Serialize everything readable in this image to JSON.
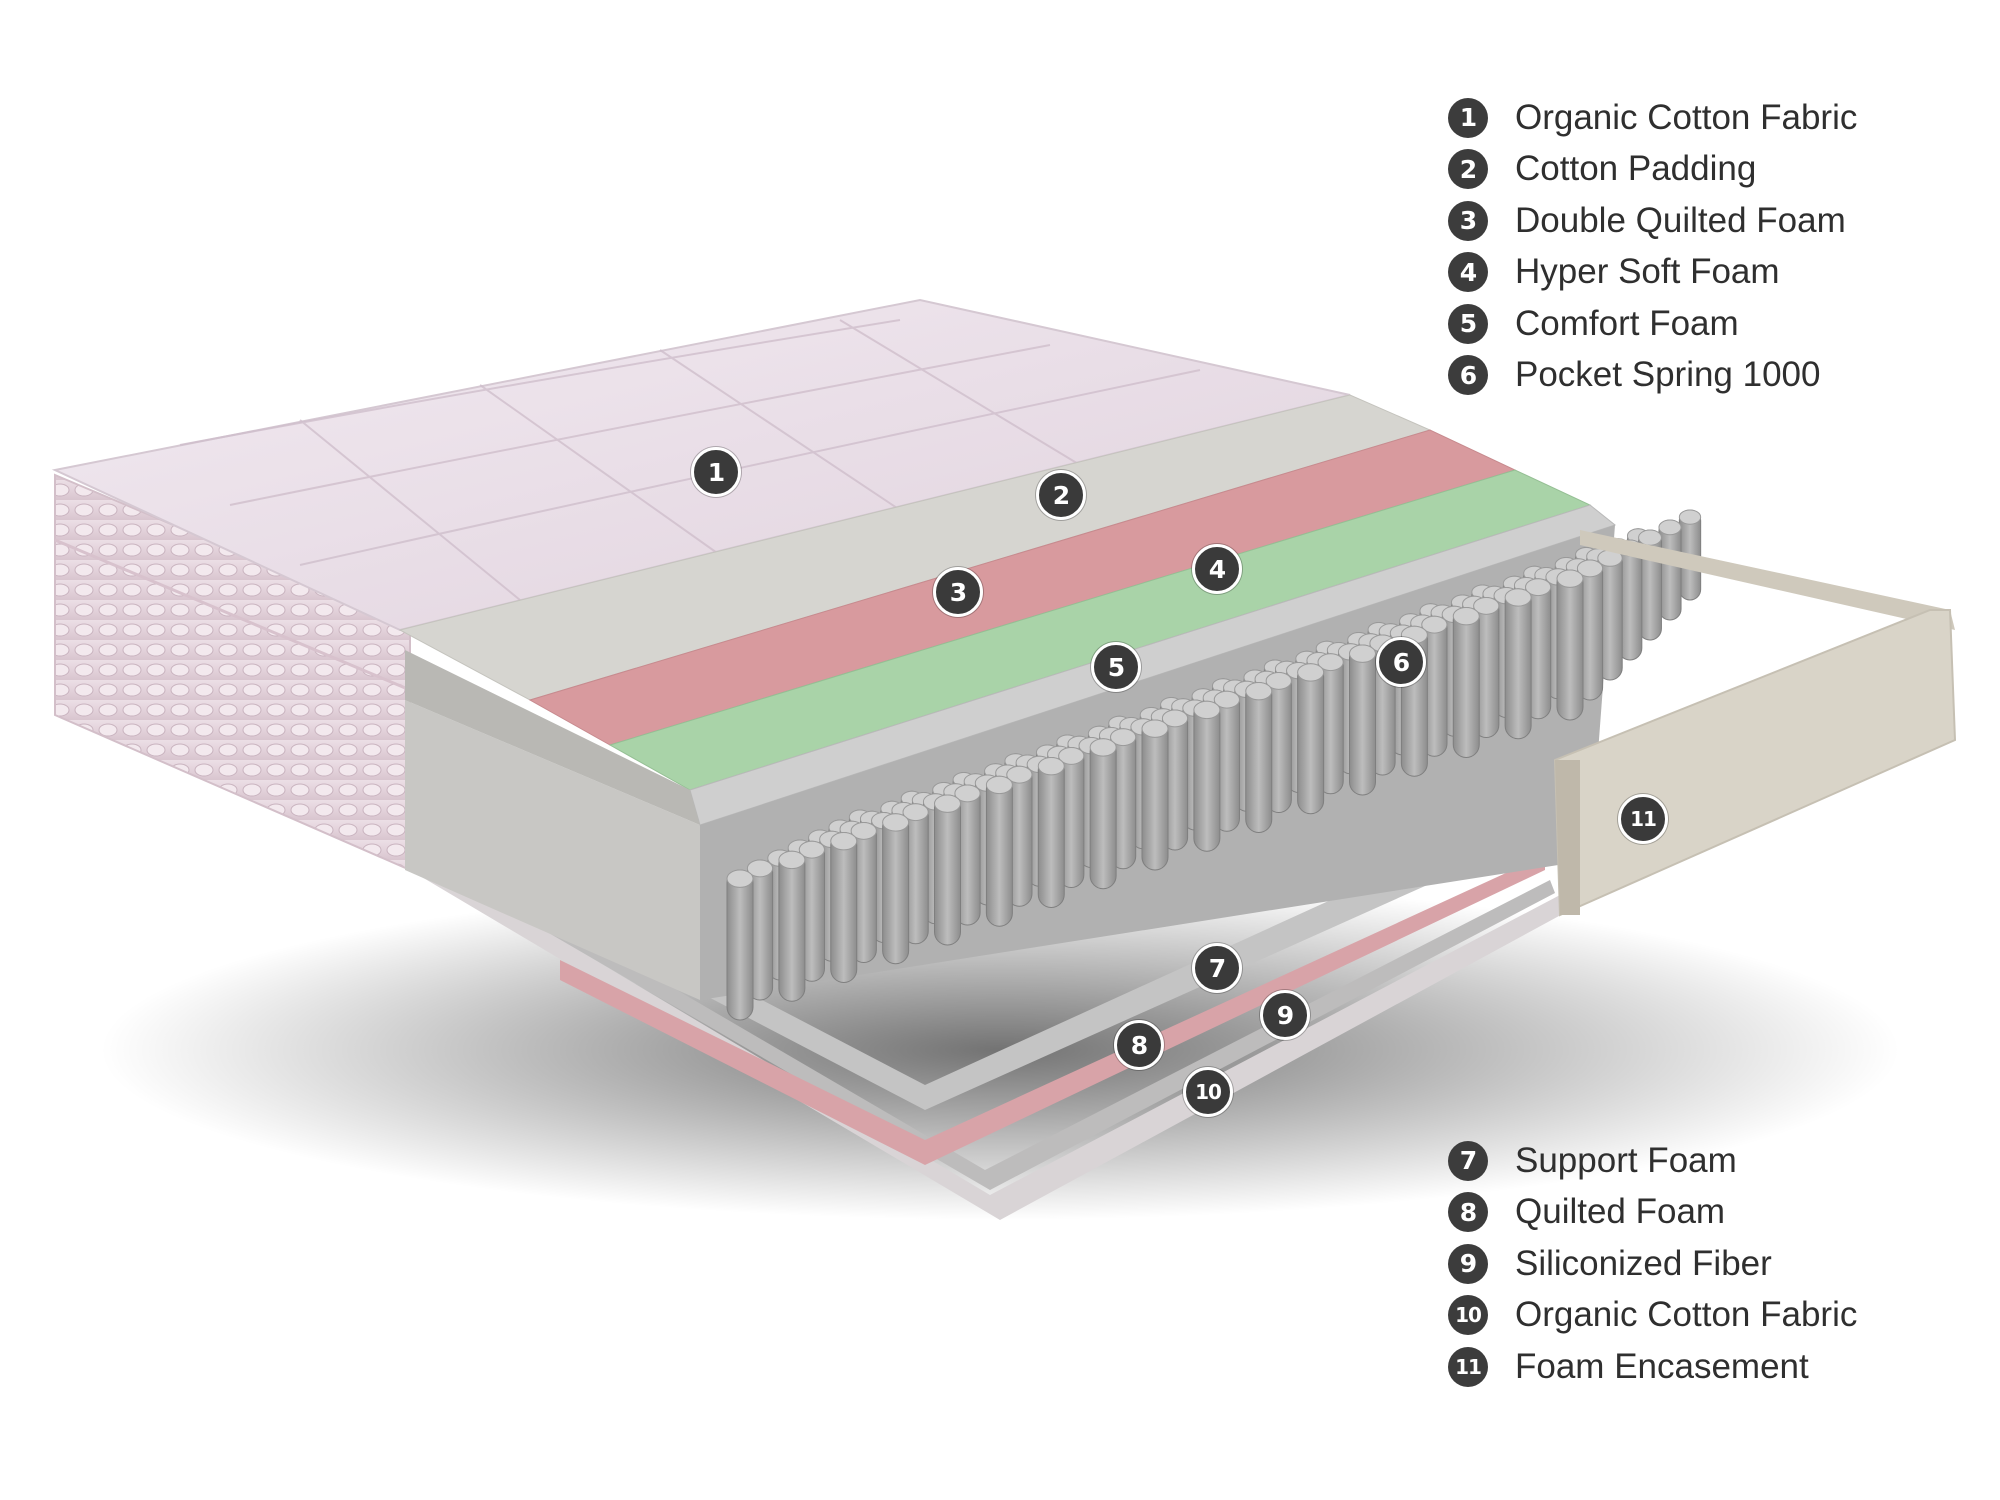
{
  "legend_top": [
    {
      "num": "1",
      "label": "Organic Cotton Fabric"
    },
    {
      "num": "2",
      "label": "Cotton Padding"
    },
    {
      "num": "3",
      "label": "Double Quilted Foam"
    },
    {
      "num": "4",
      "label": "Hyper Soft Foam"
    },
    {
      "num": "5",
      "label": "Comfort Foam"
    },
    {
      "num": "6",
      "label": "Pocket Spring 1000"
    }
  ],
  "legend_bottom": [
    {
      "num": "7",
      "label": "Support Foam"
    },
    {
      "num": "8",
      "label": "Quilted Foam"
    },
    {
      "num": "9",
      "label": "Siliconized Fiber"
    },
    {
      "num": "10",
      "label": "Organic Cotton Fabric"
    },
    {
      "num": "11",
      "label": "Foam Encasement"
    }
  ],
  "callouts": [
    "1",
    "2",
    "3",
    "4",
    "5",
    "6",
    "7",
    "8",
    "9",
    "10",
    "11"
  ],
  "colors": {
    "fabric": "#e8dde6",
    "padding": "#d6d5d0",
    "quilted_foam": "#d89a9e",
    "soft_foam": "#a9d3a8",
    "comfort_foam": "#c9c9c9",
    "springs": "#9e9e9e",
    "encasement": "#d9d4c8",
    "badge": "#3c3c3c"
  }
}
